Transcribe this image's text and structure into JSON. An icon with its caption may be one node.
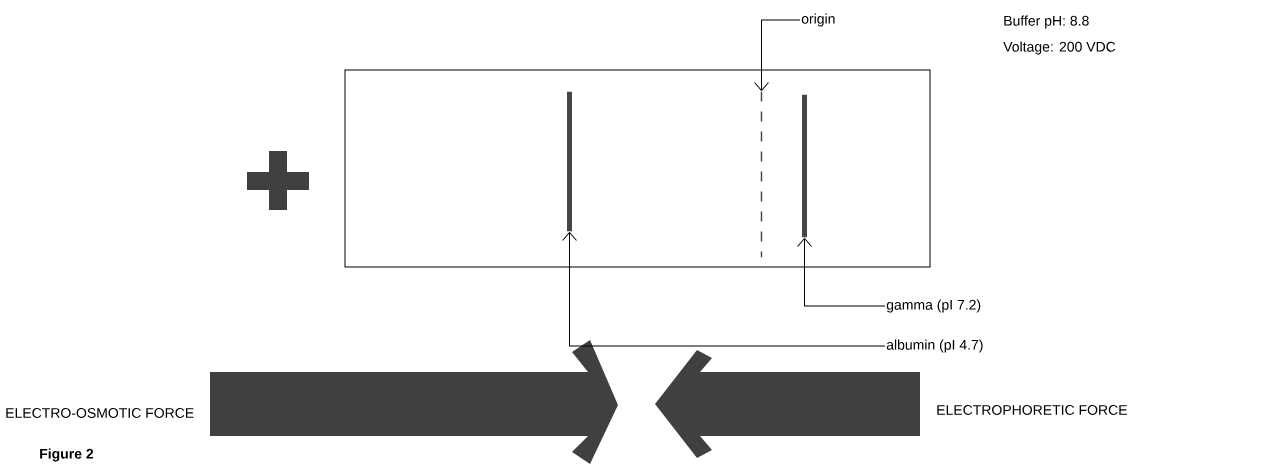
{
  "diagram": {
    "caption": "Figure 2",
    "nodes": [
      {
        "text": [],
        "shape": "box"
      },
      {
        "text": [],
        "shape": "bar",
        "in": 0
      },
      {
        "text": [],
        "shape": "bar",
        "in": 0
      },
      {
        "text": [],
        "shape": "bar",
        "in": 0
      },
      {
        "text": [
          "origin"
        ]
      },
      {
        "text": [
          "gamma (pI 7.2)"
        ]
      },
      {
        "text": [
          "albumin (pI 4.7)"
        ]
      }
    ],
    "edges": [
      {
        "from": 4,
        "to": 2,
        "arrow": "to"
      },
      {
        "from": 5,
        "to": 3,
        "arrow": "to"
      },
      {
        "from": 6,
        "to": 1,
        "arrow": "to"
      }
    ],
    "labels": [
      "Buffer pH: 8.8",
      "Voltage: 200 VDC",
      "ELECTRO-OSMOTIC FORCE",
      "ELECTROPHORETIC FORCE"
    ]
  }
}
